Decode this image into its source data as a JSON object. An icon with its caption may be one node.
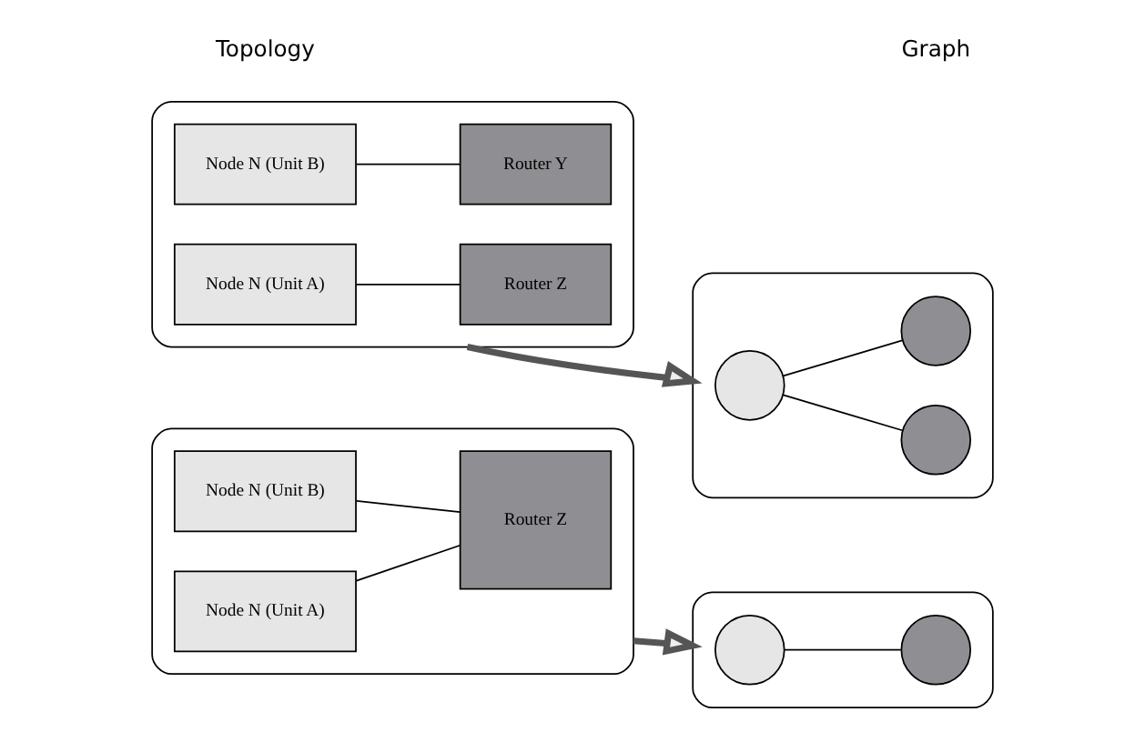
{
  "diagram": {
    "nodes": [
      {
        "text": [],
        "shape": "box"
      },
      {
        "text": [
          "Node N (Unit A)"
        ],
        "in": 0
      },
      {
        "text": [
          "Node N (Unit B)"
        ],
        "in": 0
      },
      {
        "text": [
          "Router Z"
        ],
        "in": 0
      },
      {
        "text": [],
        "shape": "box"
      },
      {
        "text": [],
        "shape": "circle",
        "in": 4
      },
      {
        "text": [],
        "shape": "circle",
        "in": 4
      },
      {
        "text": [],
        "shape": "box"
      },
      {
        "text": [
          "Node N (Unit A)"
        ],
        "in": 7
      },
      {
        "text": [
          "Node N (Unit B)"
        ],
        "in": 7
      },
      {
        "text": [
          "Router Z"
        ],
        "in": 7
      },
      {
        "text": [
          "Router Y"
        ],
        "in": 7
      },
      {
        "text": [],
        "shape": "box"
      },
      {
        "text": [],
        "shape": "circle",
        "in": 12
      },
      {
        "text": [],
        "shape": "circle",
        "in": 12
      },
      {
        "text": [],
        "shape": "circle",
        "in": 12
      }
    ],
    "edges": [
      {
        "from": 1,
        "to": 3,
        "arrow": "none"
      },
      {
        "from": 2,
        "to": 3,
        "arrow": "none"
      },
      {
        "from": 5,
        "to": 6,
        "arrow": "none"
      },
      {
        "from": 0,
        "to": 4,
        "arrow": "to",
        "style": "thick"
      },
      {
        "from": 8,
        "to": 10,
        "arrow": "none"
      },
      {
        "from": 9,
        "to": 11,
        "arrow": "none"
      },
      {
        "from": 13,
        "to": 14,
        "arrow": "none"
      },
      {
        "from": 13,
        "to": 15,
        "arrow": "none"
      },
      {
        "from": 7,
        "to": 12,
        "arrow": "to",
        "style": "thick"
      }
    ],
    "labels": [
      "Topology",
      "Graph"
    ]
  }
}
